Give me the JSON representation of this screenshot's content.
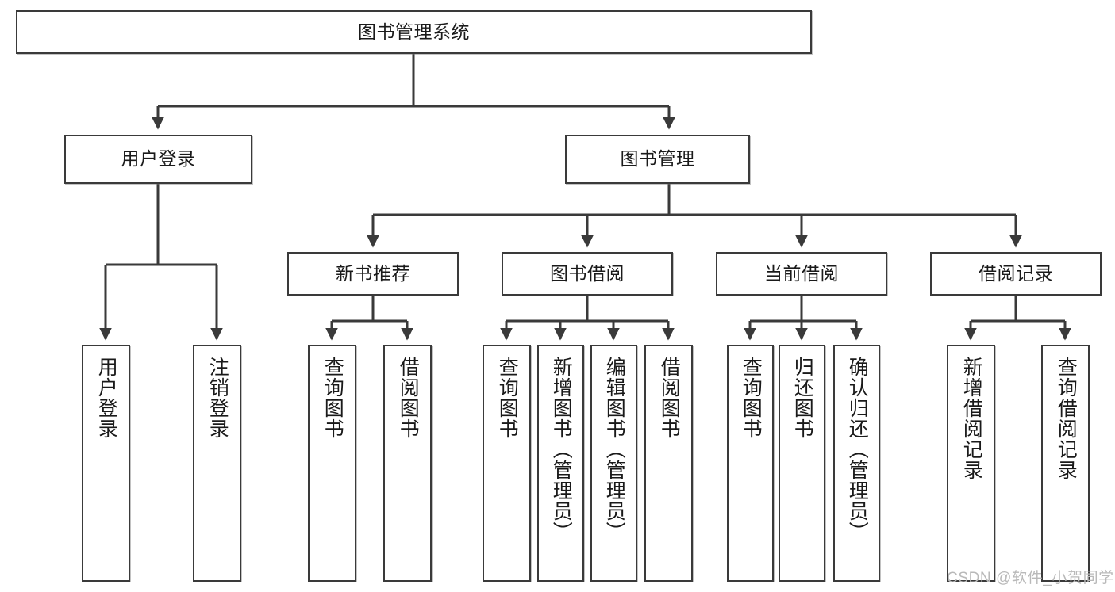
{
  "diagram": {
    "title": "图书管理系统",
    "type": "hierarchy-tree",
    "watermark": "CSDN @软件_小贺同学",
    "colors": {
      "stroke": "#3a3a3a",
      "fill": "#ffffff",
      "text": "#1a1a1a",
      "watermark": "#b9b9b9"
    },
    "nodes": {
      "root": {
        "label": "图书管理系统",
        "level": 0
      },
      "l1": [
        {
          "id": "user-login",
          "label": "用户登录",
          "level": 1
        },
        {
          "id": "book-manage",
          "label": "图书管理",
          "level": 1
        }
      ],
      "l2": [
        {
          "id": "new-book-recommend",
          "label": "新书推荐",
          "level": 2
        },
        {
          "id": "book-borrow",
          "label": "图书借阅",
          "level": 2
        },
        {
          "id": "current-borrow",
          "label": "当前借阅",
          "level": 2
        },
        {
          "id": "borrow-record",
          "label": "借阅记录",
          "level": 2
        }
      ],
      "leaves": [
        {
          "id": "leaf-user-login",
          "label": "用户登录",
          "parent": "user-login"
        },
        {
          "id": "leaf-logout-login",
          "label": "注销登录",
          "parent": "user-login"
        },
        {
          "id": "leaf-query-book-1",
          "label": "查询图书",
          "parent": "new-book-recommend"
        },
        {
          "id": "leaf-borrow-book-1",
          "label": "借阅图书",
          "parent": "new-book-recommend"
        },
        {
          "id": "leaf-query-book-2",
          "label": "查询图书",
          "parent": "book-borrow"
        },
        {
          "id": "leaf-add-book",
          "label": "新增图书（管理员）",
          "parent": "book-borrow"
        },
        {
          "id": "leaf-edit-book",
          "label": "编辑图书（管理员）",
          "parent": "book-borrow"
        },
        {
          "id": "leaf-borrow-book-2",
          "label": "借阅图书",
          "parent": "book-borrow"
        },
        {
          "id": "leaf-query-book-3",
          "label": "查询图书",
          "parent": "current-borrow"
        },
        {
          "id": "leaf-return-book",
          "label": "归还图书",
          "parent": "current-borrow"
        },
        {
          "id": "leaf-confirm-return",
          "label": "确认归还（管理员）",
          "parent": "current-borrow"
        },
        {
          "id": "leaf-add-record",
          "label": "新增借阅记录",
          "parent": "borrow-record"
        },
        {
          "id": "leaf-query-record",
          "label": "查询借阅记录",
          "parent": "borrow-record"
        }
      ]
    }
  }
}
